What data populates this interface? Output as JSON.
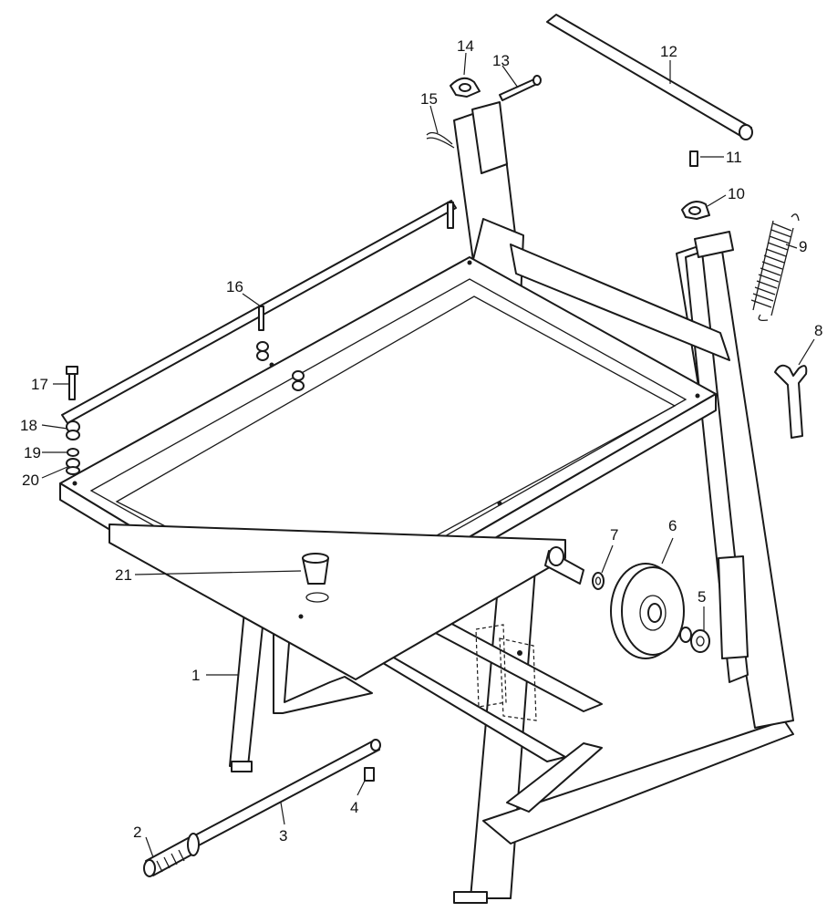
{
  "colors": {
    "ink": "#1a1a1a",
    "paper": "#ffffff"
  },
  "callouts": {
    "c1": "1",
    "c2": "2",
    "c3": "3",
    "c4": "4",
    "c5": "5",
    "c6": "6",
    "c7": "7",
    "c8": "8",
    "c9": "9",
    "c10": "10",
    "c11": "11",
    "c12": "12",
    "c13": "13",
    "c14": "14",
    "c15": "15",
    "c16": "16",
    "c17": "17",
    "c18": "18",
    "c19": "19",
    "c20": "20",
    "c21": "21"
  }
}
